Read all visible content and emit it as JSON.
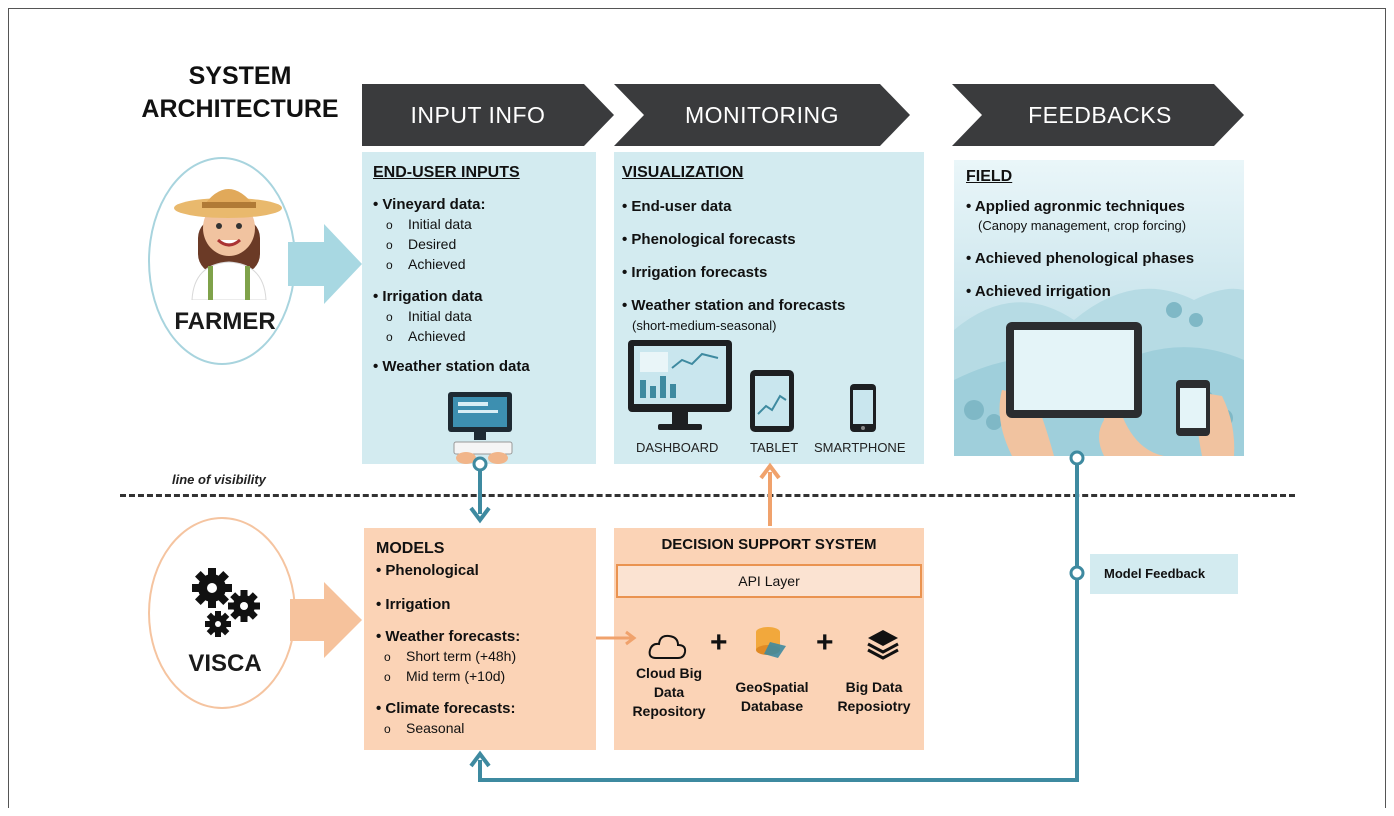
{
  "title": "SYSTEM ARCHITECTURE",
  "phases": [
    "INPUT INFO",
    "MONITORING",
    "FEEDBACKS"
  ],
  "actors": {
    "farmer": "FARMER",
    "visca": "VISCA"
  },
  "line_of_visibility": "line of visibility",
  "input": {
    "heading": "END-USER INPUTS",
    "vineyard": "• Vineyard data:",
    "vineyard_items": [
      "Initial data",
      "Desired",
      "Achieved"
    ],
    "irrigation": "• Irrigation data",
    "irrigation_items": [
      "Initial data",
      "Achieved"
    ],
    "weather": "• Weather station data"
  },
  "monitoring": {
    "heading": "VISUALIZATION",
    "items": [
      "• End-user data",
      "• Phenological forecasts",
      "• Irrigation forecasts",
      "• Weather station and forecasts"
    ],
    "note": "(short-medium-seasonal)",
    "devices": [
      "DASHBOARD",
      "TABLET",
      "SMARTPHONE"
    ]
  },
  "feedbacks": {
    "heading": "FIELD",
    "item1": "• Applied agronmic techniques",
    "item1_note": "(Canopy management, crop forcing)",
    "item2": "• Achieved phenological phases",
    "item3": "• Achieved irrigation"
  },
  "models": {
    "heading": "MODELS",
    "items": [
      "•  Phenological",
      "•  Irrigation",
      "•  Weather forecasts:"
    ],
    "weather_items": [
      "Short term (+48h)",
      "Mid term (+10d)"
    ],
    "climate": "•  Climate forecasts:",
    "climate_items": [
      "Seasonal"
    ]
  },
  "dss": {
    "heading": "DECISION SUPPORT SYSTEM",
    "api": "API Layer",
    "cloud": [
      "Cloud Big",
      "Data",
      "Repository"
    ],
    "geo": [
      "GeoSpatial",
      "Database"
    ],
    "bigdata": [
      "Big Data",
      "Reposiotry"
    ],
    "plus": "+"
  },
  "model_feedback": "Model Feedback",
  "colors": {
    "blue_panel": "#d3ebf0",
    "orange_panel": "#fbd3b6",
    "teal": "#3e8aa0",
    "orange": "#f0a26c",
    "chevron": "#3a3b3d"
  }
}
